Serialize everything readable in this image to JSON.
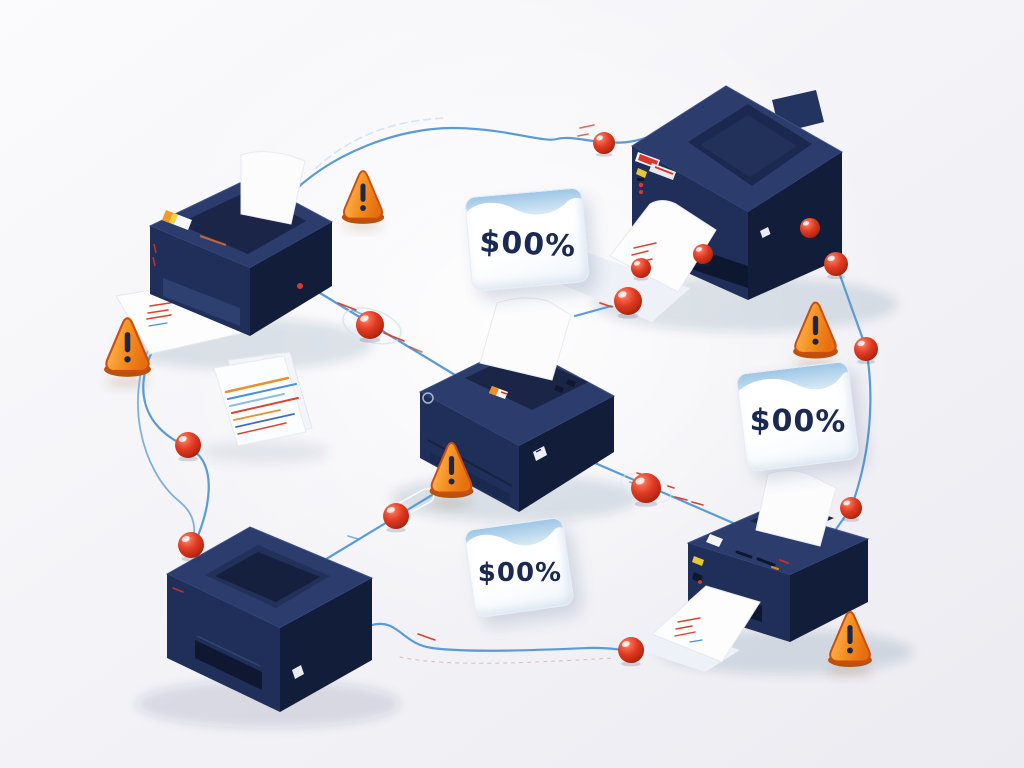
{
  "scene": {
    "description": "Isometric illustration of five dark navy printers linked into a network by blue lines with glossy red node spheres, orange warning cones, a stack of printed documents and three cost tags",
    "background_top": "#fbfbfd",
    "background_bottom": "#ebebf1"
  },
  "colors": {
    "printer_top": "#2b3c6d",
    "printer_front": "#1f2f5a",
    "printer_side": "#121d3a",
    "paper": "#fdfdfd",
    "line_blue": "#5b9bd5",
    "node_red": "#e03a22",
    "cone_orange": "#f59122",
    "cone_border": "#cc4d10",
    "tag_text": "#1b2a52",
    "accent_red": "#d8432f",
    "accent_orange": "#e8922e"
  },
  "price_tags": [
    {
      "id": "tag-top-center",
      "label": "$00%"
    },
    {
      "id": "tag-right",
      "label": "$00%"
    },
    {
      "id": "tag-bottom-center",
      "label": "$00%"
    }
  ],
  "printers": [
    {
      "id": "printer-top-left"
    },
    {
      "id": "printer-top-right"
    },
    {
      "id": "printer-center"
    },
    {
      "id": "printer-bottom-left"
    },
    {
      "id": "printer-bottom-right"
    }
  ],
  "icons": {
    "warning": "warning-cone-icon",
    "node": "network-node-icon",
    "documents": "documents-stack-icon"
  },
  "counts": {
    "printers": 5,
    "warning_cones": 5,
    "network_nodes": 14,
    "price_tags": 3
  }
}
